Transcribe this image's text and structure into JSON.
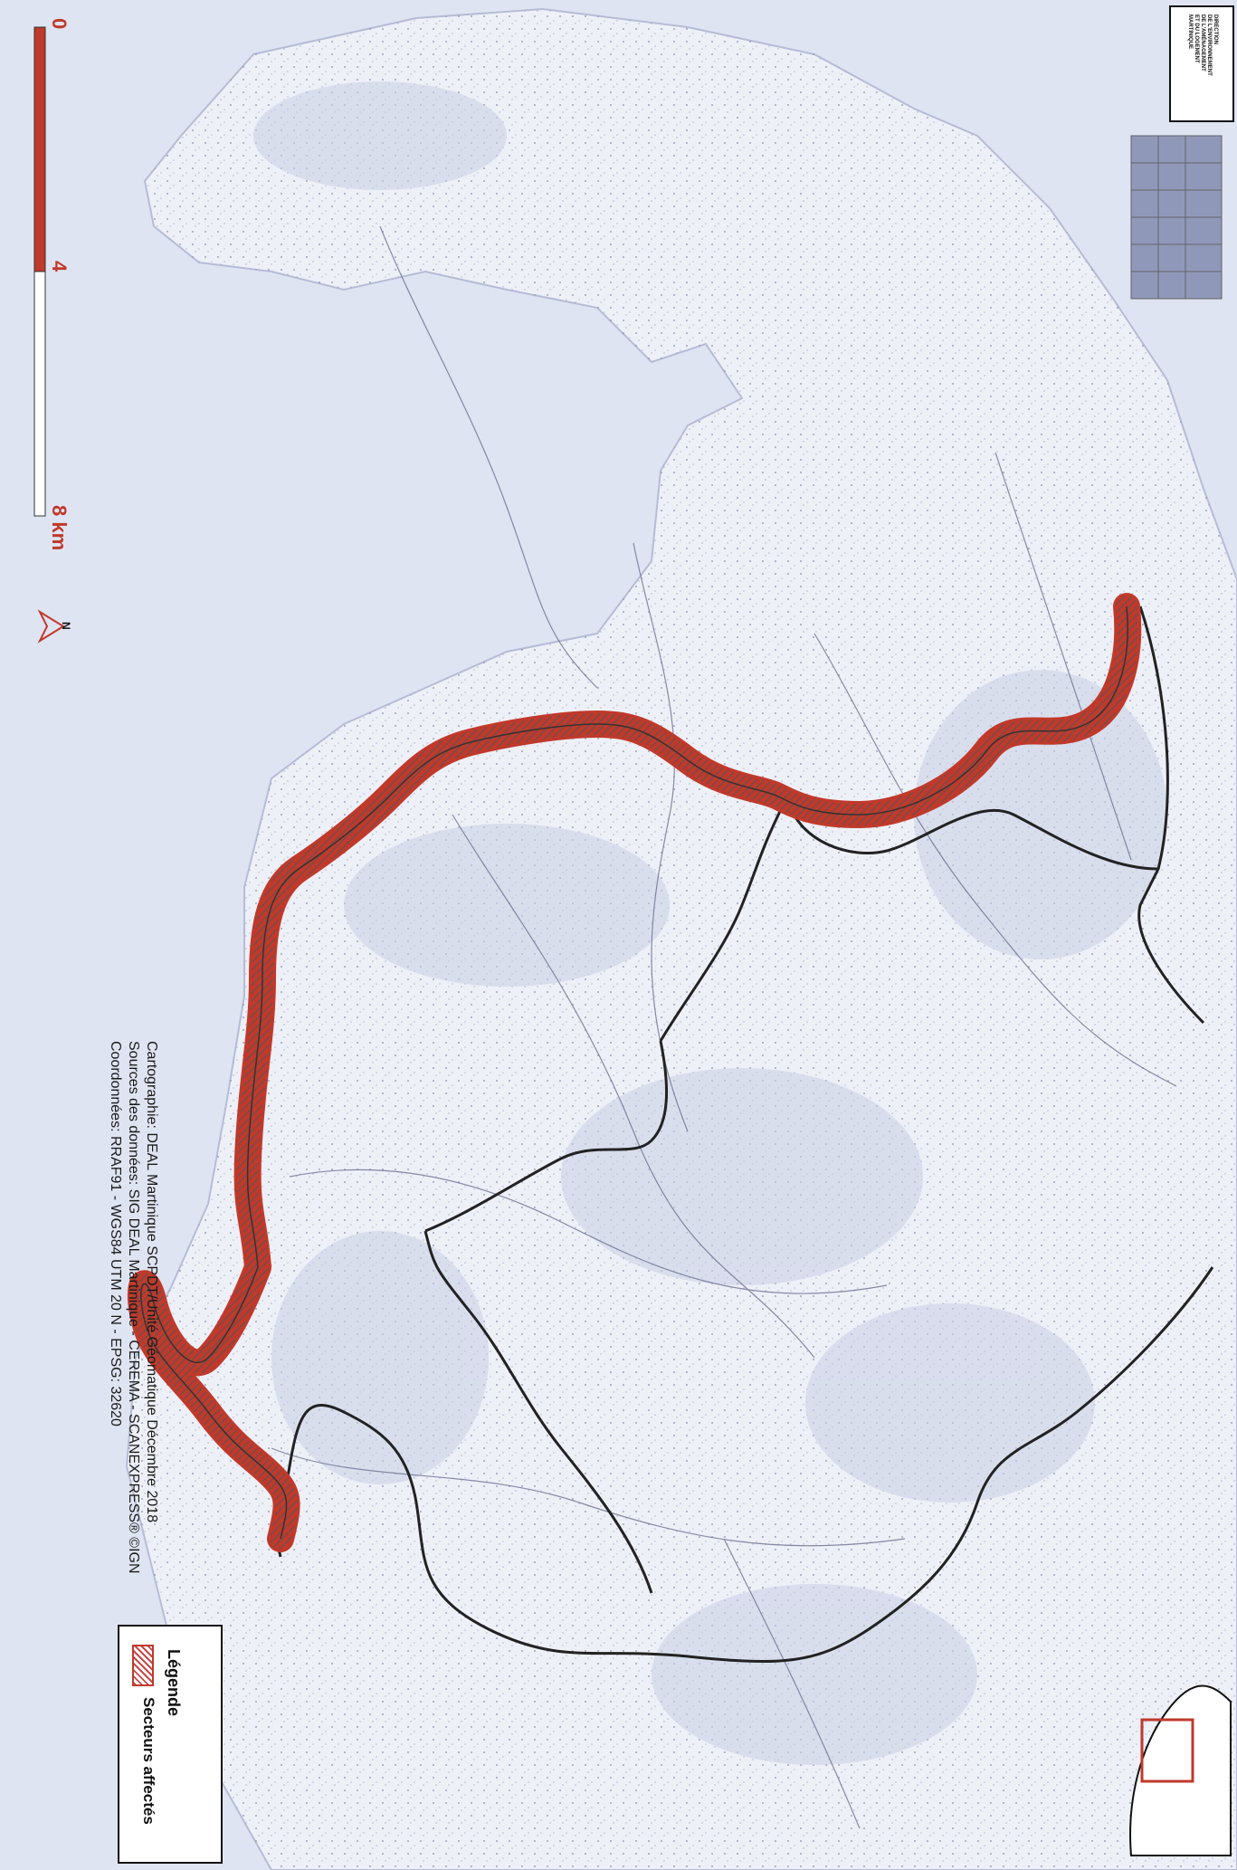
{
  "scale_bar": {
    "labels": [
      "0",
      "4",
      "8 km"
    ],
    "north_label": "N",
    "color_primary": "#c0392b",
    "color_secondary": "#ffffff"
  },
  "credits": {
    "line1": "Cartographie: DEAL Martinique SCPDT/Unité Géomatique     Décembre 2018",
    "line2": "Sources des données: SIG DEAL Martinique - CEREMA - SCANEXPRESS® ©IGN",
    "line3": "Coordonnées: RRAF91 - WGS84 UTM 20 N - EPSG: 32620"
  },
  "legend": {
    "title": "Légende",
    "items": [
      {
        "label": "Secteurs affectés",
        "swatch_color": "#c44a4a"
      }
    ]
  },
  "title_block": {
    "lines": [
      "DIRECTION",
      "DE L'ENVIRONNEMENT",
      "DE L'AMÉNAGEMENT",
      "ET DU LOGEMENT",
      "MARTINIQUE"
    ]
  },
  "colors": {
    "sea": "#dfe4f2",
    "land": "#eef0f7",
    "affected_sector": "#c0392b",
    "boundary": "#222222"
  }
}
